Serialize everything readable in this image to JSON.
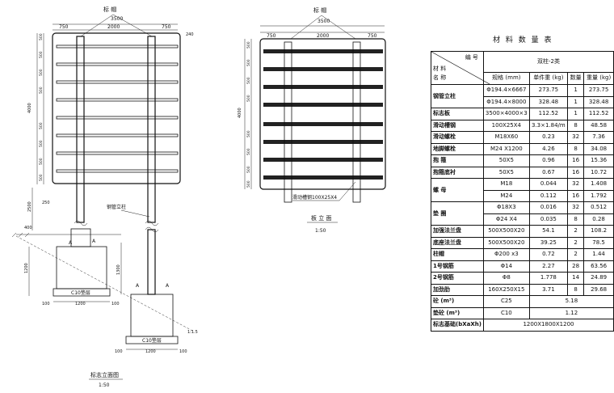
{
  "front_view": {
    "callout": "标 帽",
    "dims_top": [
      "750",
      "2000",
      "750"
    ],
    "dim_total": "3500",
    "height_total": "4000",
    "spacing": [
      "500",
      "500",
      "500",
      "500",
      "500",
      "500",
      "500",
      "500"
    ],
    "mark_right": "240",
    "left_dims": [
      "2500",
      "250",
      "400",
      "1200",
      "1300"
    ],
    "label_post": "钢管立柱",
    "section_a": "A",
    "foundation_label": "C10垫层",
    "base_dims": [
      "100",
      "1200",
      "100"
    ],
    "slope": "1:1.5",
    "title": "标志立面图",
    "scale": "1:50"
  },
  "panel_view": {
    "callout": "标 帽",
    "dims_top": [
      "750",
      "2000",
      "750"
    ],
    "dim_total": "3500",
    "height_total": "4000",
    "spacing": [
      "500",
      "500",
      "500",
      "500",
      "500",
      "500",
      "500",
      "500"
    ],
    "note": "滑动槽钢100X25X4",
    "title": "板 立 面",
    "scale": "1:50"
  },
  "materials": {
    "title": "材 料 数 量 表",
    "header_corner": [
      "编 号",
      "材 料",
      "名 称"
    ],
    "header_type": "双柱-2类",
    "columns": [
      "规格 (mm)",
      "单件重 (kg)",
      "数量",
      "重量 (kg)"
    ],
    "rows": [
      {
        "name": "钢管立柱",
        "spec": "Φ194.4×6667",
        "unit": "273.75",
        "qty": "1",
        "total": "273.75"
      },
      {
        "name": "",
        "spec": "Φ194.4×8000",
        "unit": "328.48",
        "qty": "1",
        "total": "328.48"
      },
      {
        "name": "标志板",
        "spec": "3500×4000×3",
        "unit": "112.52",
        "qty": "1",
        "total": "112.52"
      },
      {
        "name": "滑动槽钢",
        "spec": "100X25X4",
        "unit": "3.3×1.84/m",
        "qty": "8",
        "total": "48.58"
      },
      {
        "name": "滑动螺栓",
        "spec": "M18X60",
        "unit": "0.23",
        "qty": "32",
        "total": "7.36"
      },
      {
        "name": "地脚螺栓",
        "spec": "M24 X1200",
        "unit": "4.26",
        "qty": "8",
        "total": "34.08"
      },
      {
        "name": "抱 箍",
        "spec": "50X5",
        "unit": "0.96",
        "qty": "16",
        "total": "15.36"
      },
      {
        "name": "抱箍底衬",
        "spec": "50X5",
        "unit": "0.67",
        "qty": "16",
        "total": "10.72"
      },
      {
        "name": "螺 母",
        "spec": "M18",
        "unit": "0.044",
        "qty": "32",
        "total": "1.408"
      },
      {
        "name": "",
        "spec": "M24",
        "unit": "0.112",
        "qty": "16",
        "total": "1.792"
      },
      {
        "name": "垫 圈",
        "spec": "Φ18X3",
        "unit": "0.016",
        "qty": "32",
        "total": "0.512"
      },
      {
        "name": "",
        "spec": "Φ24 X4",
        "unit": "0.035",
        "qty": "8",
        "total": "0.28"
      },
      {
        "name": "加强法兰盘",
        "spec": "500X500X20",
        "unit": "54.1",
        "qty": "2",
        "total": "108.2"
      },
      {
        "name": "底座法兰盘",
        "spec": "500X500X20",
        "unit": "39.25",
        "qty": "2",
        "total": "78.5"
      },
      {
        "name": "柱帽",
        "spec": "Φ200 x3",
        "unit": "0.72",
        "qty": "2",
        "total": "1.44"
      },
      {
        "name": "1号钢筋",
        "spec": "Φ14",
        "unit": "2.27",
        "qty": "28",
        "total": "63.56"
      },
      {
        "name": "2号钢筋",
        "spec": "Φ8",
        "unit": "1.778",
        "qty": "14",
        "total": "24.89"
      },
      {
        "name": "加劲肋",
        "spec": "160X250X15",
        "unit": "3.71",
        "qty": "8",
        "total": "29.68"
      }
    ],
    "concrete": [
      {
        "name": "砼  (m³)",
        "grade": "C25",
        "value": "5.18"
      },
      {
        "name": "垫砼  (m³)",
        "grade": "C10",
        "value": "1.12"
      }
    ],
    "foundation": {
      "name": "标志基础(bXaXh)",
      "value": "1200X1800X1200"
    }
  }
}
